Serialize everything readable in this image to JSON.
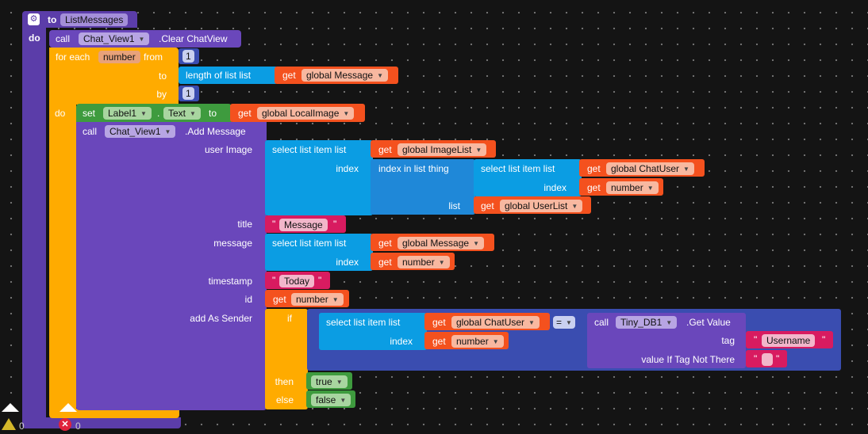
{
  "procedure": {
    "to": "to",
    "name": "ListMessages",
    "do": "do"
  },
  "clear_call": {
    "call": "call",
    "component": "Chat_View1",
    "method": ".Clear ChatView"
  },
  "for_each": {
    "for_each": "for each",
    "var": "number",
    "from": "from",
    "from_value": "1",
    "to": "to",
    "length_of_list": "length of list  list",
    "by": "by",
    "by_value": "1",
    "do": "do"
  },
  "set_block": {
    "set": "set",
    "component": "Label1",
    "dot": ".",
    "property": "Text",
    "to": "to"
  },
  "add_message": {
    "call": "call",
    "component": "Chat_View1",
    "method": ".Add Message",
    "params": {
      "user_image": "user Image",
      "title": "title",
      "message": "message",
      "timestamp": "timestamp",
      "id": "id",
      "add_as_sender": "add As Sender"
    }
  },
  "select_list_item": {
    "label": "select list item  list",
    "index": "index"
  },
  "index_in_list": {
    "label": "index in list  thing",
    "list": "list"
  },
  "get": "get",
  "vars": {
    "global_message": "global Message",
    "global_local_image": "global LocalImage",
    "global_image_list": "global ImageList",
    "global_chat_user": "global ChatUser",
    "global_user_list": "global UserList",
    "number": "number"
  },
  "strings": {
    "message": "Message",
    "today": "Today",
    "username": "Username",
    "quote": "\""
  },
  "if_block": {
    "if": "if",
    "then": "then",
    "else": "else",
    "eq": "="
  },
  "tinydb": {
    "call": "call",
    "component": "Tiny_DB1",
    "method": ".Get Value",
    "tag": "tag",
    "value_if": "value If Tag Not There"
  },
  "booleans": {
    "true": "true",
    "false": "false"
  },
  "status": {
    "warnings": "0",
    "errors": "0"
  },
  "colors": {
    "procedure": "#5b3da9",
    "control": "#ffab00",
    "list": "#0b9de3",
    "variable": "#f4511e",
    "text": "#d81b60",
    "logic": "#3e9b3e",
    "compare": "#3a4db0"
  }
}
